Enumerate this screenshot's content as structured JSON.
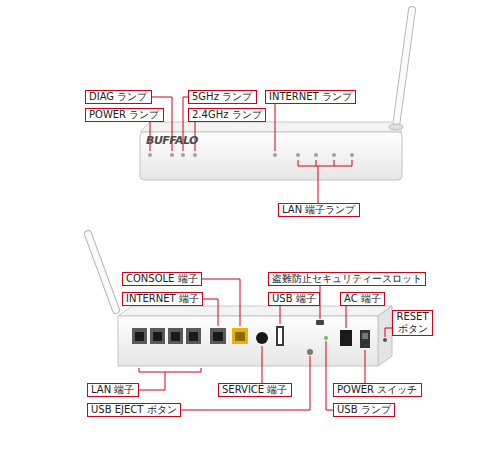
{
  "diagram": {
    "nodes": [
      {
        "text": [
          "DIAG ランプ"
        ]
      },
      {
        "text": [
          "5GHz ランプ"
        ]
      },
      {
        "text": [
          "INTERNET ランプ"
        ]
      },
      {
        "text": [
          "POWER ランプ"
        ]
      },
      {
        "text": [
          "2.4GHz ランプ"
        ]
      },
      {
        "text": [
          "LAN 端子ランプ"
        ]
      },
      {
        "text": [
          "CONSOLE 端子"
        ]
      },
      {
        "text": [
          "盗難防止セキュリティースロット"
        ]
      },
      {
        "text": [
          "INTERNET 端子"
        ]
      },
      {
        "text": [
          "USB 端子"
        ]
      },
      {
        "text": [
          "AC 端子"
        ]
      },
      {
        "text": [
          "RESET ボタン"
        ]
      },
      {
        "text": [
          "LAN 端子"
        ]
      },
      {
        "text": [
          "SERVICE 端子"
        ]
      },
      {
        "text": [
          "POWER スイッチ"
        ]
      },
      {
        "text": [
          "USB EJECT ボタン"
        ]
      },
      {
        "text": [
          "USB ランプ"
        ]
      }
    ],
    "labels": [
      "BUFFALO"
    ]
  }
}
